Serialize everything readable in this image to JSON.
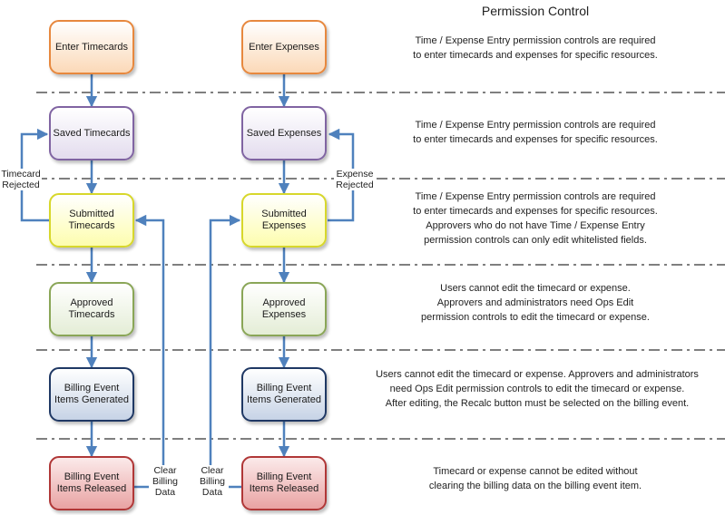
{
  "title": "Permission Control",
  "timecard_nodes": [
    {
      "label": "Enter Timecards"
    },
    {
      "label": "Saved Timecards"
    },
    {
      "label": "Submitted\nTimecards"
    },
    {
      "label": "Approved\nTimecards"
    },
    {
      "label": "Billing Event\nItems Generated"
    },
    {
      "label": "Billing Event\nItems Released"
    }
  ],
  "expense_nodes": [
    {
      "label": "Enter Expenses"
    },
    {
      "label": "Saved Expenses"
    },
    {
      "label": "Submitted\nExpenses"
    },
    {
      "label": "Approved\nExpenses"
    },
    {
      "label": "Billing Event\nItems Generated"
    },
    {
      "label": "Billing Event\nItems Released"
    }
  ],
  "loop_labels": {
    "timecard_rejected": "Timecard\nRejected",
    "expense_rejected": "Expense\nRejected",
    "clear_billing_timecard": "Clear\nBilling\nData",
    "clear_billing_expense": "Clear\nBilling\nData"
  },
  "notes": [
    "Time / Expense Entry permission controls are required\nto enter timecards and expenses for specific resources.",
    "Time / Expense Entry permission controls are required\nto enter timecards and expenses for specific resources.",
    "Time / Expense Entry permission controls are required\nto enter timecards and expenses for specific resources.\nApprovers who do not have Time / Expense Entry\npermission controls can only edit whitelisted fields.",
    "Users cannot edit the timecard or expense.\nApprovers and administrators need Ops Edit\npermission controls to edit the timecard or expense.",
    "Users cannot edit the timecard or expense. Approvers and administrators\nneed Ops Edit permission controls to edit the timecard or expense.\nAfter editing, the Recalc button must be selected on the billing event.",
    "Timecard or expense cannot be edited without\nclearing the billing data on the billing event item."
  ],
  "colors": {
    "arrow": "#4f81bd",
    "separator": "#7f7f7f"
  }
}
